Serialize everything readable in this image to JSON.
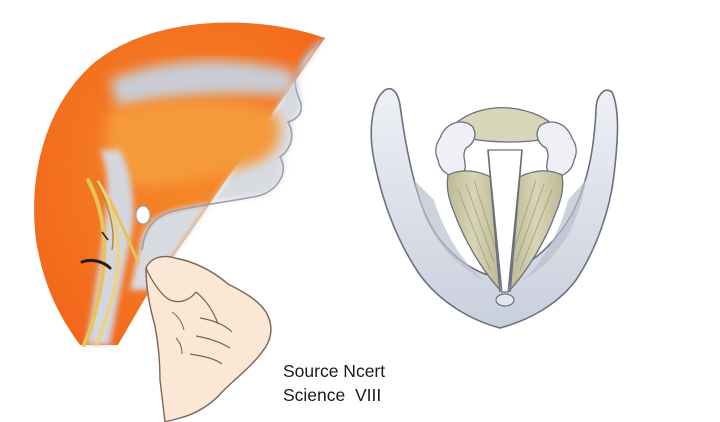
{
  "source_caption": {
    "line1": "Source Ncert",
    "line2": "Science  VIII"
  },
  "illustrations": [
    {
      "name": "head-cross-section",
      "icon": "head-side-view-icon"
    },
    {
      "name": "larynx-vocal-cords",
      "icon": "vocal-cords-icon"
    }
  ],
  "colors": {
    "head_orange": "#f26a1b",
    "inner_orange": "#f59a3a",
    "skin": "#fbe7d6",
    "cartilage": "#d7dbe6",
    "vocal_fold": "#c9c6a5",
    "nerve_yellow": "#e8c25a"
  }
}
